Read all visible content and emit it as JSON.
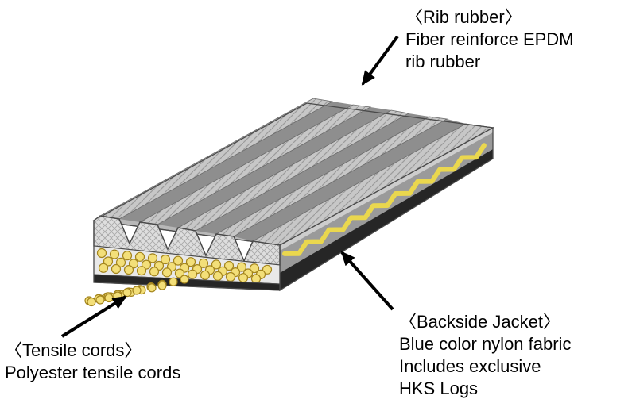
{
  "diagram": {
    "labels": {
      "rib_rubber": {
        "heading": "〈Rib rubber〉",
        "lines": [
          "Fiber reinforce EPDM",
          "rib rubber"
        ]
      },
      "tensile_cords": {
        "heading": "〈Tensile cords〉",
        "lines": [
          "Polyester tensile cords"
        ]
      },
      "backside_jacket": {
        "heading": "〈Backside Jacket〉",
        "lines": [
          "Blue color nylon fabric",
          "Includes exclusive",
          "HKS Logs"
        ]
      }
    },
    "colors": {
      "belt_gray": "#c7c7c7",
      "groove_gray": "#8e8e8e",
      "side_gray": "#9a9a9a",
      "jacket_black": "#262626",
      "cord_yellow": "#f3df79",
      "logo_stripe_yellow": "#ead74e",
      "arrow_black": "#000000"
    }
  }
}
